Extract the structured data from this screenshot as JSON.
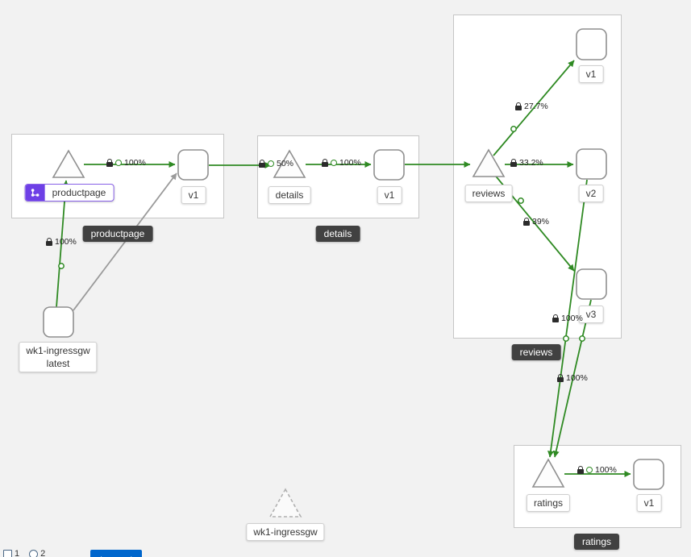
{
  "canvas": {
    "background": "#f2f2f2"
  },
  "colors": {
    "traffic_edge": "#2f8a23",
    "idle_edge": "#9a9a9a",
    "group_badge_bg": "#414141",
    "app_badge_accent": "#6e40e6",
    "legend_button_bg": "#0066cc"
  },
  "groups": {
    "productpage": {
      "badge": "productpage"
    },
    "details": {
      "badge": "details"
    },
    "reviews": {
      "badge": "reviews"
    },
    "ratings": {
      "badge": "ratings"
    }
  },
  "nodes": {
    "productpage_app": {
      "label": "productpage"
    },
    "productpage_v1": {
      "label": "v1"
    },
    "details_app": {
      "label": "details"
    },
    "details_v1": {
      "label": "v1"
    },
    "reviews_app": {
      "label": "reviews"
    },
    "reviews_v1": {
      "label": "v1"
    },
    "reviews_v2": {
      "label": "v2"
    },
    "reviews_v3": {
      "label": "v3"
    },
    "ratings_app": {
      "label": "ratings"
    },
    "ratings_v1": {
      "label": "v1"
    },
    "ingress_workload": {
      "label_line1": "wk1-ingressgw",
      "label_line2": "latest"
    },
    "idle_gateway": {
      "label": "wk1-ingressgw"
    }
  },
  "edges": {
    "ingress_to_productpage": {
      "label": "100%"
    },
    "productpage_to_v1": {
      "label": "100%"
    },
    "productpage_v1_to_details": {
      "label": "50%"
    },
    "details_to_v1": {
      "label": "100%"
    },
    "reviews_to_v1": {
      "label": "27.7%"
    },
    "reviews_to_v2": {
      "label": "33.2%"
    },
    "reviews_to_v3": {
      "label": "39%"
    },
    "reviews_v2_to_ratings": {
      "label": "100%"
    },
    "reviews_v3_to_ratings": {
      "label": "100%"
    },
    "ratings_to_v1": {
      "label": "100%"
    }
  },
  "toolbar": {
    "counter1": "1",
    "counter2": "2",
    "legend_label": "Legend"
  }
}
